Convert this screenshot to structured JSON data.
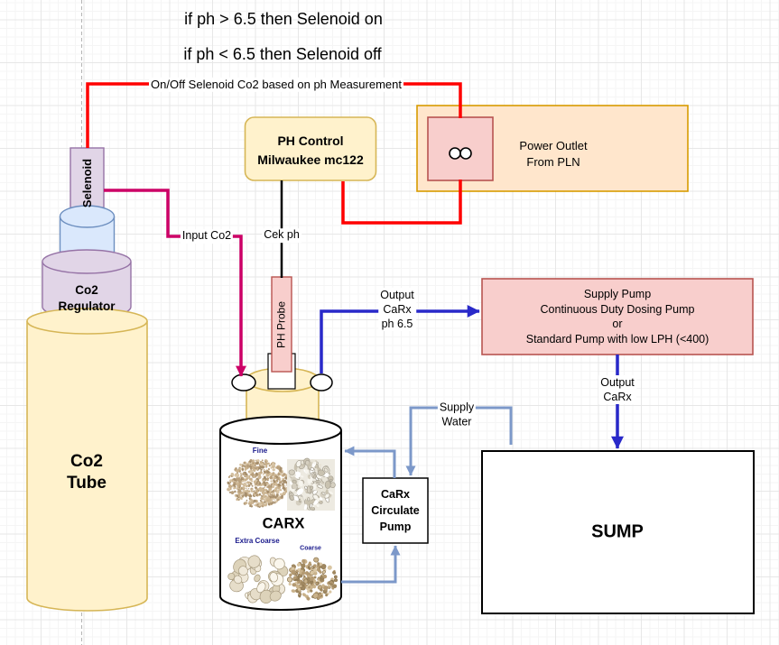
{
  "rules": {
    "on": "if ph > 6.5 then Selenoid on",
    "off": "if ph < 6.5 then Selenoid off"
  },
  "edge_labels": {
    "onoff": "On/Off Selenoid Co2 based on ph Measurement",
    "input_co2": "Input Co2",
    "cek_ph": "Cek ph",
    "output_carx_ph": [
      "Output",
      "CaRx",
      "ph 6.5"
    ],
    "output_carx": [
      "Output",
      "CaRx"
    ],
    "supply_water": [
      "Supply",
      "Water"
    ]
  },
  "nodes": {
    "selenoid": {
      "label": "Selenoid"
    },
    "co2_regulator": {
      "lines": [
        "Co2",
        "Regulator"
      ]
    },
    "co2_tube": {
      "lines": [
        "Co2",
        "Tube"
      ]
    },
    "ph_control": {
      "lines": [
        "PH Control",
        "Milwaukee mc122"
      ]
    },
    "power_outlet": {
      "lines": [
        "Power Outlet",
        "From PLN"
      ]
    },
    "ph_probe": {
      "label": "PH Probe"
    },
    "supply_pump": {
      "lines": [
        "Supply Pump",
        "Continuous Duty Dosing Pump",
        "or",
        "Standard Pump with low LPH (<400)"
      ]
    },
    "sump": {
      "label": "SUMP"
    },
    "circulate_pump": {
      "lines": [
        "CaRx",
        "Circulate",
        "Pump"
      ]
    },
    "carx_bottle": {
      "title": "CARX",
      "media_fine": "Fine",
      "media_extra_coarse": "Extra Coarse",
      "media_coarse": "Coarse"
    }
  },
  "colors": {
    "red_wire": "#FF0000",
    "magenta_wire": "#CC0066",
    "dark_blue_wire": "#2929C9",
    "light_blue_wire": "#7C98C9",
    "yellow_fill": "#FFF2CC",
    "yellow_stroke": "#D6B656",
    "purple_fill": "#E1D5E7",
    "purple_stroke": "#9673A6",
    "blue_fill": "#DAE8FC",
    "blue_stroke": "#6C8EBF",
    "orange_fill": "#FFE6CC",
    "orange_stroke": "#D79B00",
    "pink_fill": "#F8CECC",
    "pink_stroke": "#B85450",
    "media_label_color": "#1a1a8c"
  }
}
